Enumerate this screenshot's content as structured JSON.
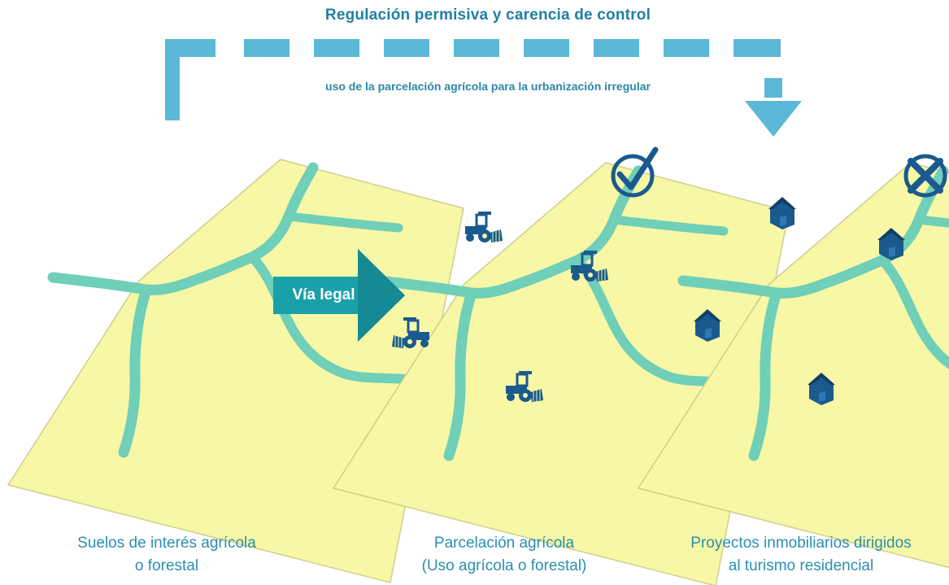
{
  "header": {
    "title": "Regulación permisiva y carencia de control",
    "subtitle": "uso de la parcelación agrícola para la urbanización irregular"
  },
  "arrow": {
    "label": "Vía legal"
  },
  "panels": [
    {
      "caption_line1": "Suelos de interés agrícola",
      "caption_line2": "o forestal",
      "status": "none"
    },
    {
      "caption_line1": "Parcelación agrícola",
      "caption_line2": "(Uso agrícola o forestal)",
      "status": "check"
    },
    {
      "caption_line1": "Proyectos inmobiliarios dirigidos",
      "caption_line2": "al turismo residencial",
      "status": "cross"
    }
  ],
  "colors": {
    "land": "#f7f7a6",
    "land_border": "#c9c98a",
    "river": "#6fcfb8",
    "accent": "#5bb8d6",
    "via_arrow": "#1aa0a8",
    "icon": "#1a5a8e",
    "text": "#1f7fa3"
  },
  "icons": [
    "tractor-icon",
    "house-icon",
    "check-icon",
    "cross-icon"
  ]
}
